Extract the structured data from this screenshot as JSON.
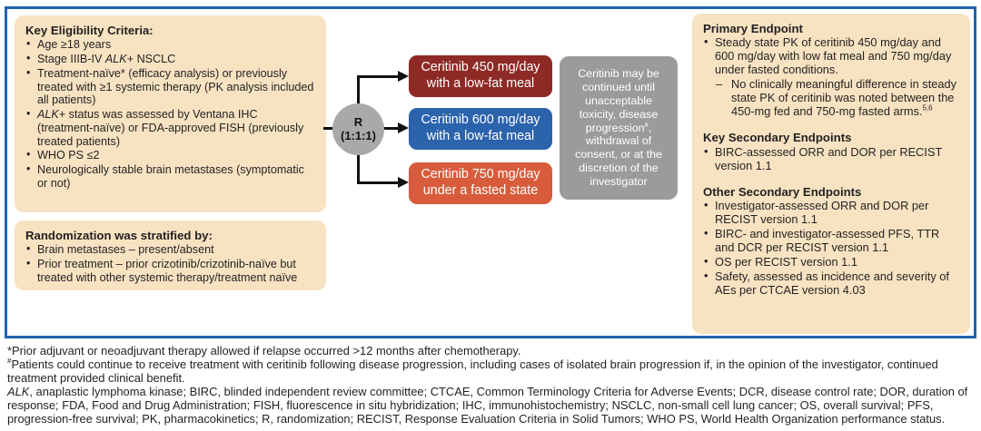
{
  "colors": {
    "panel_border": "#1D64AE",
    "beige_box": "#F7E3C2",
    "arm_450": "#8E2A25",
    "arm_600": "#2B63AC",
    "arm_750": "#D85C3B",
    "gray_box": "#9B9B9B",
    "randomizer_circle": "#A9A9A9",
    "text": "#231F20"
  },
  "eligibility": {
    "title": "Key Eligibility Criteria:",
    "bullets": [
      [
        {
          "text": "Age ≥1",
          "j": 0
        },
        {
          "text": "8 years"
        }
      ],
      [
        {
          "text": "Stage IIIB-IV "
        },
        {
          "text": "ALK",
          "i": true
        },
        {
          "text": "+ NSCLC"
        }
      ],
      [
        {
          "text": "Treatment-naïve* (efficacy analysis) or previously treated with ≥1 systemic therapy (PK analysis included all patients)"
        }
      ],
      [
        {
          "text": "ALK",
          "i": true
        },
        {
          "text": "+ status was assessed by Ventana IHC (treatment-naïve) or FDA-approved FISH (previously treated patients)"
        }
      ],
      [
        {
          "text": "WHO PS ≤2"
        }
      ],
      [
        {
          "text": "Neurologically stable brain metastases (symptomatic or not)"
        }
      ]
    ]
  },
  "randomization": {
    "title": "Randomization was stratified by:",
    "bullets": [
      [
        {
          "text": "Brain metastases – present/absent"
        }
      ],
      [
        {
          "text": "Prior treatment – prior crizotinib/crizotinib-naïve but treated with other systemic therapy/treatment naïve"
        }
      ]
    ]
  },
  "randomizer": {
    "label": "R",
    "ratio": "(1:1:1)"
  },
  "arms": [
    {
      "line1": "Ceritinib 450 mg/day",
      "line2": "with a low-fat meal"
    },
    {
      "line1": "Ceritinib 600 mg/day",
      "line2": "with a low-fat meal"
    },
    {
      "line1": "Ceritinib 750 mg/day",
      "line2": "under a fasted state"
    }
  ],
  "continuation": [
    {
      "text": "Ceritinib may be continued until unacceptable toxicity, disease progression"
    },
    {
      "text": "#",
      "sup": true
    },
    {
      "text": ", withdrawal of consent, or at the discretion of the investigator"
    }
  ],
  "endpoints": {
    "primary_title": "Primary Endpoint",
    "primary_bullet": [
      {
        "text": "Steady state PK of ceritinib 450 mg/day and 600 mg/day with low fat meal and 750 mg/day under fasted conditions."
      }
    ],
    "primary_sub": [
      {
        "text": "No clinically meaningful difference in steady state PK of ceritinib was noted between the 450-mg fed and 750-mg fasted arms."
      },
      {
        "text": "5,6",
        "sup": true
      }
    ],
    "key_secondary_title": "Key Secondary Endpoints",
    "key_secondary_bullets": [
      [
        {
          "text": "BIRC-assessed ORR and DOR per RECIST version 1.1"
        }
      ]
    ],
    "other_title": "Other Secondary Endpoints",
    "other_bullets": [
      [
        {
          "text": "Investigator-assessed ORR and DOR per RECIST version 1.1"
        }
      ],
      [
        {
          "text": "BIRC- and investigator-assessed PFS, TTR and DCR per RECIST version 1.1"
        }
      ],
      [
        {
          "text": "OS per RECIST version 1.1"
        }
      ],
      [
        {
          "text": "Safety, assessed as incidence and severity of AEs per CTCAE version 4.03"
        }
      ]
    ]
  },
  "footnotes": [
    [
      {
        "text": "*Prior adjuvant or neoadjuvant therapy allowed if relapse occurred >12 months after chemotherapy."
      }
    ],
    [
      {
        "text": "#",
        "sup": true
      },
      {
        "text": "Patients could continue to receive treatment with ceritinib following disease progression, including cases of isolated brain progression if, in the opinion of the investigator, continued treatment provided clinical benefit."
      }
    ],
    [
      {
        "text": "ALK",
        "i": true
      },
      {
        "text": ", anaplastic lymphoma kinase; BIRC, blinded independent review committee; CTCAE, Common Terminology Criteria for Adverse Events; DCR, disease control rate; DOR, duration of response; FDA, Food and Drug Administration; FISH, fluorescence in situ hybridization; IHC, immunohistochemistry; NSCLC, non-small cell lung cancer; OS, overall survival; PFS, progression-free survival; PK, pharmacokinetics; R, randomization; RECIST, Response Evaluation Criteria in Solid Tumors; WHO PS, World Health Organization performance status."
      }
    ]
  ]
}
